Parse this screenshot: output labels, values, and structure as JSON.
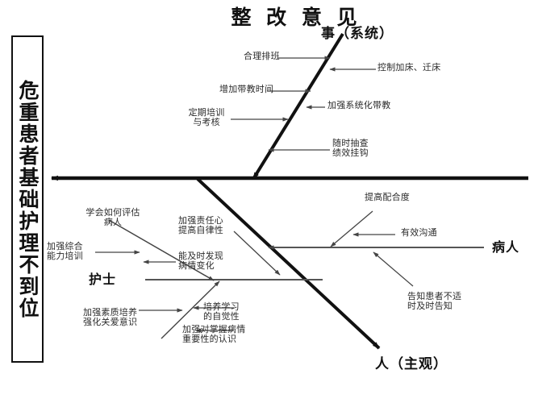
{
  "diagram": {
    "title": "整 改 意 见",
    "effect_box_label": "危重患者基础护理不到位",
    "type": "fishbone-ishikawa",
    "categories": [
      {
        "id": "shi",
        "label": "事（系统）"
      },
      {
        "id": "ren",
        "label": "人（主观）"
      },
      {
        "id": "bing",
        "label": "病人"
      },
      {
        "id": "hushi",
        "label": "护士"
      }
    ],
    "causes": {
      "shi": [
        {
          "id": "shi-1",
          "lines": [
            "合理排班"
          ]
        },
        {
          "id": "shi-2",
          "lines": [
            "控制加床、迁床"
          ]
        },
        {
          "id": "shi-3",
          "lines": [
            "增加带教时间"
          ]
        },
        {
          "id": "shi-4",
          "lines": [
            "加强系统化带教"
          ]
        },
        {
          "id": "shi-5",
          "lines": [
            "定期培训",
            "与考核"
          ]
        },
        {
          "id": "shi-6",
          "lines": [
            "随时抽查",
            "绩效挂钩"
          ]
        }
      ],
      "hushi": [
        {
          "id": "hushi-1",
          "lines": [
            "学会如何评估",
            "病人"
          ]
        },
        {
          "id": "hushi-2",
          "lines": [
            "加强综合",
            "能力培训"
          ]
        },
        {
          "id": "hushi-3",
          "lines": [
            "能及时发现",
            "病情变化"
          ]
        }
      ],
      "ren": [
        {
          "id": "ren-1",
          "lines": [
            "加强责任心",
            "提高自律性"
          ]
        },
        {
          "id": "ren-2",
          "lines": [
            "加强素质培养",
            "强化关爱意识"
          ]
        },
        {
          "id": "ren-3",
          "lines": [
            "培养学习",
            "的自觉性"
          ]
        },
        {
          "id": "ren-4",
          "lines": [
            "加强对掌握病情",
            "重要性的认识"
          ]
        }
      ],
      "bing": [
        {
          "id": "bing-1",
          "lines": [
            "提高配合度"
          ]
        },
        {
          "id": "bing-2",
          "lines": [
            "有效沟通"
          ]
        },
        {
          "id": "bing-3",
          "lines": [
            "告知患者不适",
            "时及时告知"
          ]
        }
      ]
    }
  },
  "labels": {
    "shi_1": "合理排班",
    "shi_2": "控制加床、迁床",
    "shi_3": "增加带教时间",
    "shi_4": "加强系统化带教",
    "shi_5": "定期培训\n与考核",
    "shi_6": "随时抽查\n绩效挂钩",
    "hushi_1": "学会如何评估\n病人",
    "hushi_2": "加强综合\n能力培训",
    "hushi_3": "能及时发现\n病情变化",
    "ren_1": "加强责任心\n提高自律性",
    "ren_2": "加强素质培养\n强化关爱意识",
    "ren_3": "培养学习\n的自觉性",
    "ren_4": "加强对掌握病情\n重要性的认识",
    "bing_1": "提高配合度",
    "bing_2": "有效沟通",
    "bing_3": "告知患者不适\n时及时告知"
  },
  "colors": {
    "ink": "#111111",
    "text": "#2b2b2b",
    "thin_line": "#555555",
    "background": "#ffffff"
  }
}
